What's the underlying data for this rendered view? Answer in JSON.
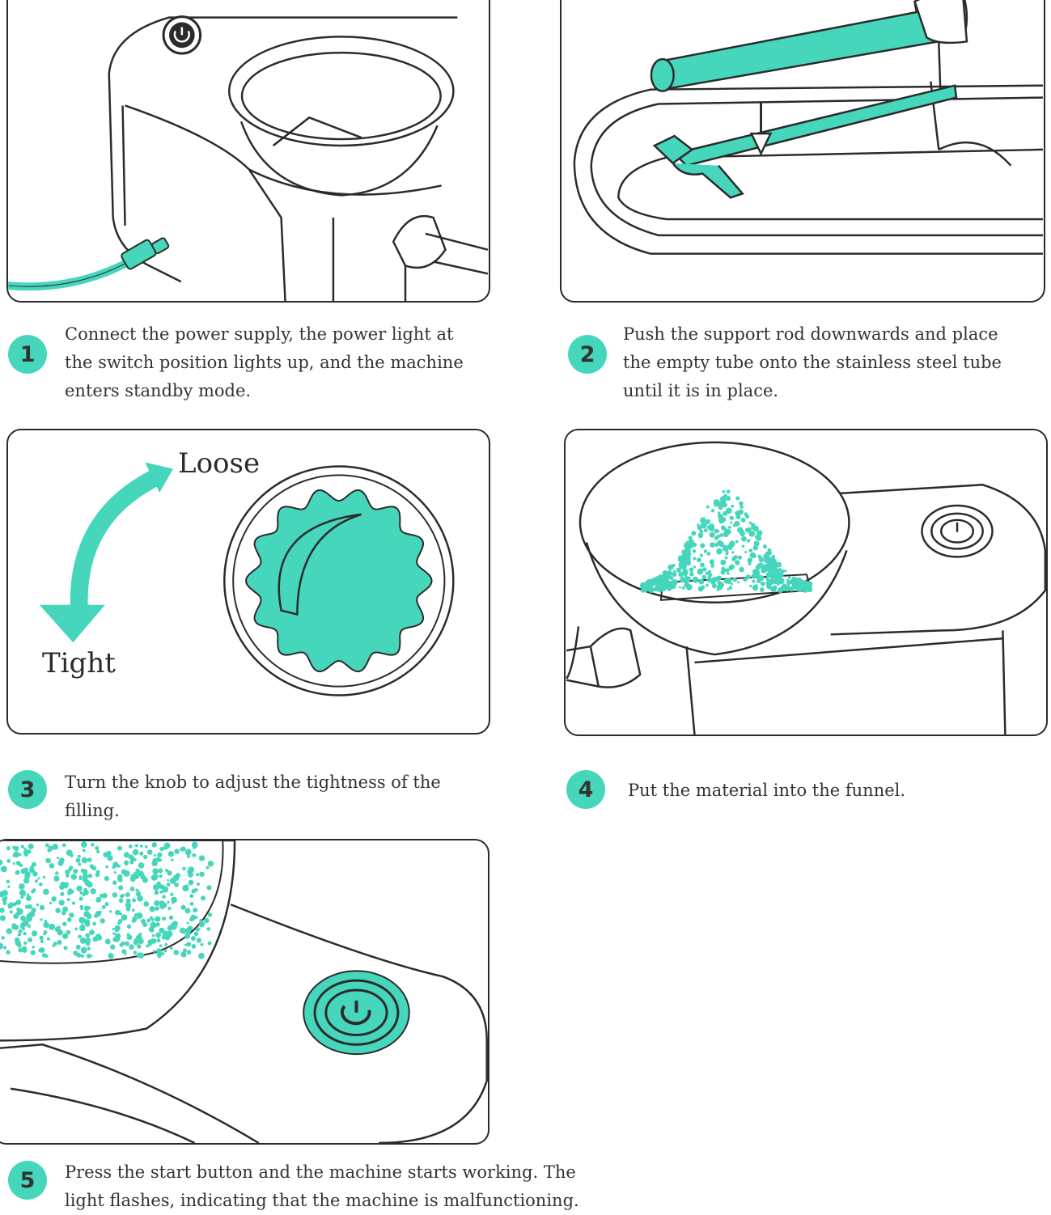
{
  "theme": {
    "accent": "#45d6bb",
    "line": "#2b2b2b",
    "text": "#333333"
  },
  "steps": [
    {
      "number": "1",
      "text": "Connect the power supply, the power light at the switch position lights up, and the machine enters standby mode."
    },
    {
      "number": "2",
      "text": "Push the support rod downwards and place the empty tube onto the stainless steel tube until it is in place."
    },
    {
      "number": "3",
      "text": "Turn the knob to adjust the tightness of the filling."
    },
    {
      "number": "4",
      "text": "Put the material into the funnel."
    },
    {
      "number": "5",
      "text": "Press the start button and the machine starts working. The light flashes, indicating that the machine is malfunctioning."
    }
  ],
  "knob": {
    "loose_label": "Loose",
    "tight_label": "Tight"
  },
  "icons": [
    "power-icon",
    "knob-icon",
    "arrow-icon",
    "tube-icon",
    "funnel-icon"
  ]
}
